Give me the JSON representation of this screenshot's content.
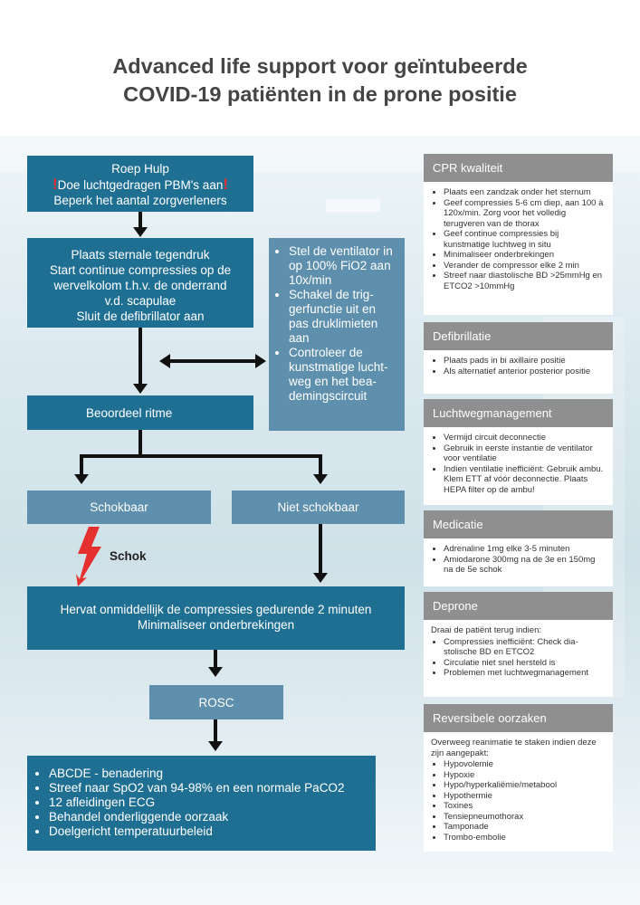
{
  "title": {
    "line1": "Advanced life support voor geïntubeerde",
    "line2": "COVID-19 patiënten in de prone positie"
  },
  "flow": {
    "call_help": {
      "line1": "Roep Hulp",
      "line2": "Doe luchtgedragen PBM's aan",
      "line3": "Beperk het aantal zorgverleners",
      "excl_left": "!",
      "excl_right": "!"
    },
    "sternal": {
      "line1": "Plaats sternale tegendruk",
      "line2": "Start continue compressies op de",
      "line3": "wervelkolom t.h.v. de onderrand",
      "line4": "v.d. scapulae",
      "line5": "Sluit de defibrillator aan"
    },
    "ventilator_items": [
      "Stel de ventilator in op 100% FiO2 aan 10x/min",
      "Schakel de trig­gerfunctie uit en pas druklimieten aan",
      "Controleer de kunstmatige lucht­weg en het bea­demingscircuit"
    ],
    "assess_rhythm": "Beoordeel ritme",
    "shockable": "Schokbaar",
    "not_shockable": "Niet schokbaar",
    "shock": "Schok",
    "resume": {
      "line1": "Hervat onmiddellijk de compressies gedurende 2 minuten",
      "line2": "Minimaliseer onderbrekingen"
    },
    "rosc": "ROSC",
    "post_rosc": [
      "ABCDE - benadering",
      "Streef naar SpO2 van 94-98% en een normale PaCO2",
      "12 afleidingen ECG",
      "Behandel onderliggende oorzaak",
      "Doelgericht temperatuurbeleid"
    ]
  },
  "panels": {
    "cpr": {
      "title": "CPR kwaliteit",
      "items": [
        "Plaats een zandzak onder het sternum",
        "Geef compressies 5-6 cm diep, aan 100 à 120x/min. Zorg voor het volledig terugveren van de thorax",
        "Geef continue compressies bij kunstmatige luchtweg in situ",
        "Minimaliseer onderbrekingen",
        "Verander de compressor elke 2 min",
        "Streef naar diastolische BD >25mmHg en ETCO2 >10mmHg"
      ]
    },
    "defib": {
      "title": "Defibrillatie",
      "items": [
        "Plaats pads in bi axillaire positie",
        "Als alternatief anterior posterior positie"
      ]
    },
    "airway": {
      "title": "Luchtwegmanagement",
      "items": [
        "Vermijd circuit deconnectie",
        "Gebruik in eerste instantie de venti­lator voor ventilatie",
        "Indien ventilatie inefficiënt: Gebruik ambu. Klem ETT af vóór deconnec­tie. Plaats HEPA filter op de ambu!"
      ]
    },
    "meds": {
      "title": "Medicatie",
      "items": [
        "Adrenaline 1mg elke 3-5 minuten",
        "Amiodarone 300mg na de 3e en 150mg na de 5e schok"
      ]
    },
    "deprone": {
      "title": "Deprone",
      "intro": "Draai de patiënt terug indien:",
      "items": [
        "Compressies inefficiënt: Check dia­stolische BD en ETCO2",
        "Circulatie niet snel hersteld is",
        "Problemen met luchtwegmanage­ment"
      ]
    },
    "causes": {
      "title": "Reversibele oorzaken",
      "intro": "Overweeg reanimatie te staken indien deze zijn aangepakt:",
      "items": [
        "Hypovolemie",
        "Hypoxie",
        "Hypo/hyperkaliëmie/metabool",
        "Hypothermie",
        "Toxines",
        "Tensiepneumothorax",
        "Tamponade",
        "Trombo-embolie"
      ]
    }
  },
  "colors": {
    "dark_box": "#1f6f93",
    "light_box": "#5e8fac",
    "panel_header": "#8f8f8f",
    "title_text": "#454545",
    "lightning": "#e53030"
  }
}
